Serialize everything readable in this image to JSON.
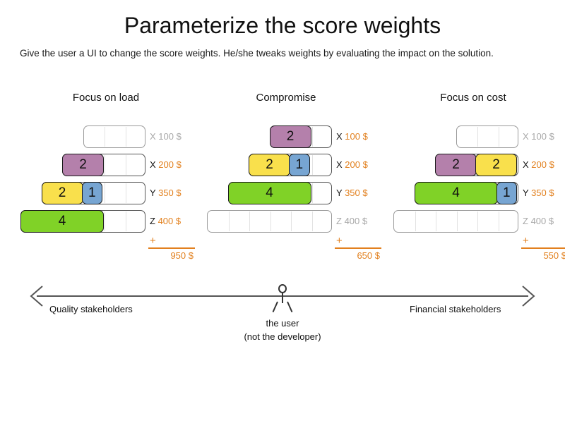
{
  "title": "Parameterize the score weights",
  "subtitle": "Give the user a UI to change the score weights. He/she tweaks weights by evaluating the impact on the solution.",
  "colors": {
    "purple": "#b480ab",
    "yellow": "#f9e04c",
    "blue": "#77a5d2",
    "green": "#80d227",
    "accent_orange": "#e2801e",
    "inactive_grey": "#a8a8a8"
  },
  "columns": [
    {
      "header": "Focus on load",
      "total_plus": "+",
      "total": "950 $",
      "rows": [
        {
          "key": "X",
          "amount": "100 $",
          "active": false,
          "slots": 3,
          "segments": []
        },
        {
          "key": "X",
          "amount": "200 $",
          "active": true,
          "slots": 4,
          "segments": [
            {
              "value": "2",
              "units": 2,
              "color": "purple"
            }
          ]
        },
        {
          "key": "Y",
          "amount": "350 $",
          "active": true,
          "slots": 5,
          "segments": [
            {
              "value": "2",
              "units": 2,
              "color": "yellow"
            },
            {
              "value": "1",
              "units": 1,
              "color": "blue"
            }
          ]
        },
        {
          "key": "Z",
          "amount": "400 $",
          "active": true,
          "slots": 6,
          "segments": [
            {
              "value": "4",
              "units": 4,
              "color": "green"
            }
          ]
        }
      ]
    },
    {
      "header": "Compromise",
      "total_plus": "+",
      "total": "650 $",
      "rows": [
        {
          "key": "X",
          "amount": "100 $",
          "active": true,
          "slots": 3,
          "segments": [
            {
              "value": "2",
              "units": 2,
              "color": "purple"
            }
          ]
        },
        {
          "key": "X",
          "amount": "200 $",
          "active": true,
          "slots": 4,
          "segments": [
            {
              "value": "2",
              "units": 2,
              "color": "yellow"
            },
            {
              "value": "1",
              "units": 1,
              "color": "blue"
            }
          ]
        },
        {
          "key": "Y",
          "amount": "350 $",
          "active": true,
          "slots": 5,
          "segments": [
            {
              "value": "4",
              "units": 4,
              "color": "green"
            }
          ]
        },
        {
          "key": "Z",
          "amount": "400 $",
          "active": false,
          "slots": 6,
          "segments": []
        }
      ]
    },
    {
      "header": "Focus on cost",
      "total_plus": "+",
      "total": "550 $",
      "rows": [
        {
          "key": "X",
          "amount": "100 $",
          "active": false,
          "slots": 3,
          "segments": []
        },
        {
          "key": "X",
          "amount": "200 $",
          "active": true,
          "slots": 4,
          "segments": [
            {
              "value": "2",
              "units": 2,
              "color": "purple"
            },
            {
              "value": "2",
              "units": 2,
              "color": "yellow"
            }
          ]
        },
        {
          "key": "Y",
          "amount": "350 $",
          "active": true,
          "slots": 5,
          "segments": [
            {
              "value": "4",
              "units": 4,
              "color": "green"
            },
            {
              "value": "1",
              "units": 1,
              "color": "blue"
            }
          ]
        },
        {
          "key": "Z",
          "amount": "400 $",
          "active": false,
          "slots": 6,
          "segments": []
        }
      ]
    }
  ],
  "axis": {
    "left_label": "Quality stakeholders",
    "right_label": "Financial stakeholders",
    "user_caption_line1": "the user",
    "user_caption_line2": "(not the developer)"
  }
}
